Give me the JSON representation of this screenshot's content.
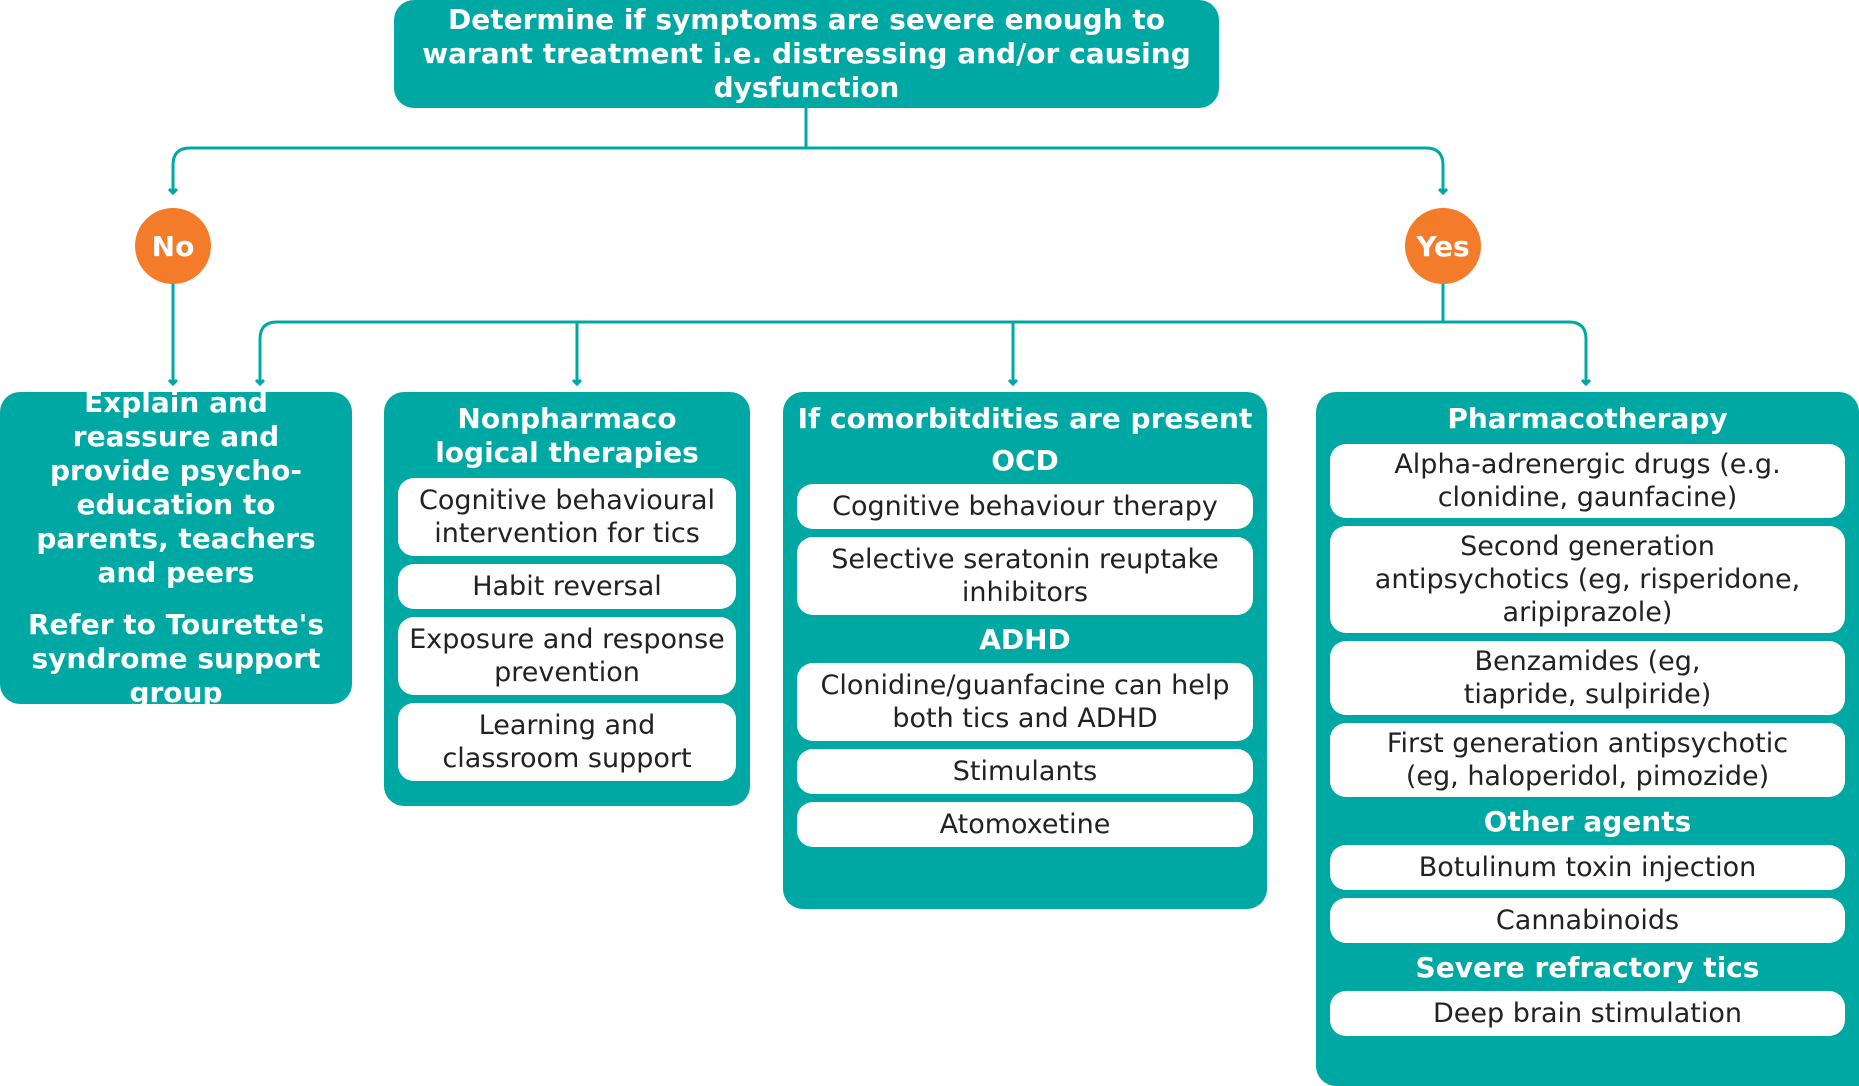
{
  "colors": {
    "teal": "#00a8a3",
    "orange": "#f47b2a",
    "pill": "#ffffff",
    "pill_text": "#222222"
  },
  "top": {
    "text": "Determine if symptoms are severe enough to warant treatment i.e. distressing and/or causing dysfunction"
  },
  "decisions": {
    "no": "No",
    "yes": "Yes"
  },
  "explain": {
    "text1": "Explain and reassure and provide psycho-education to parents, teachers and peers",
    "text2": "Refer to Tourette's syndrome support group"
  },
  "nonpharm": {
    "title": "Nonpharmaco logical therapies",
    "items": [
      "Cognitive behavioural intervention for tics",
      "Habit reversal",
      "Exposure and response prevention",
      "Learning and classroom support"
    ]
  },
  "comorbid": {
    "title": "If comorbitdities are present",
    "ocd_heading": "OCD",
    "ocd_items": [
      "Cognitive behaviour therapy",
      "Selective seratonin reuptake inhibitors"
    ],
    "adhd_heading": "ADHD",
    "adhd_items": [
      "Clonidine/guanfacine can help both tics and ADHD",
      "Stimulants",
      "Atomoxetine"
    ]
  },
  "pharma": {
    "title": "Pharmacotherapy",
    "items": [
      "Alpha-adrenergic drugs (e.g. clonidine, gaunfacine)",
      "Second generation antipsychotics (eg, risperidone, aripiprazole)",
      "Benzamides (eg, tiapride, sulpiride)",
      "First generation antipsychotic (eg, haloperidol, pimozide)"
    ],
    "other_heading": "Other agents",
    "other_items": [
      "Botulinum toxin injection",
      "Cannabinoids"
    ],
    "severe_heading": "Severe refractory tics",
    "severe_items": [
      "Deep brain stimulation"
    ]
  }
}
